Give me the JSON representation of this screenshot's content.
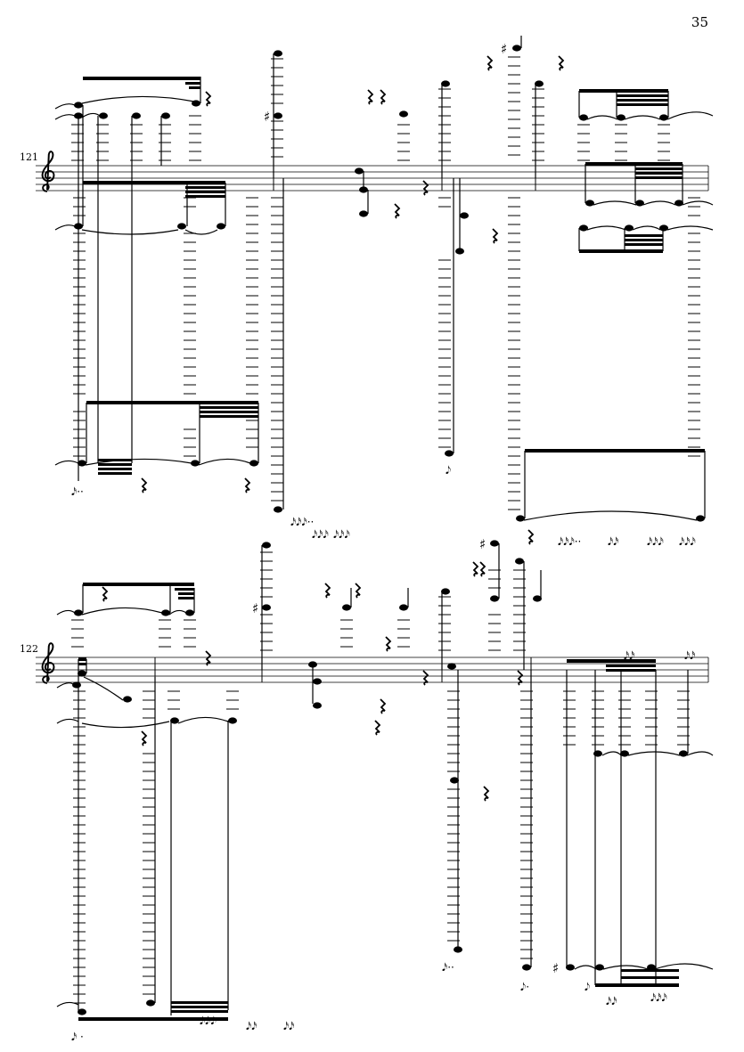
{
  "page": {
    "number": "35"
  },
  "systems": [
    {
      "measure_number": "121",
      "clef": "treble"
    },
    {
      "measure_number": "122",
      "clef": "treble"
    }
  ],
  "icons": {
    "clef": "treble-clef-icon",
    "note": "notehead-icon",
    "rest": "quarter-rest-icon"
  }
}
